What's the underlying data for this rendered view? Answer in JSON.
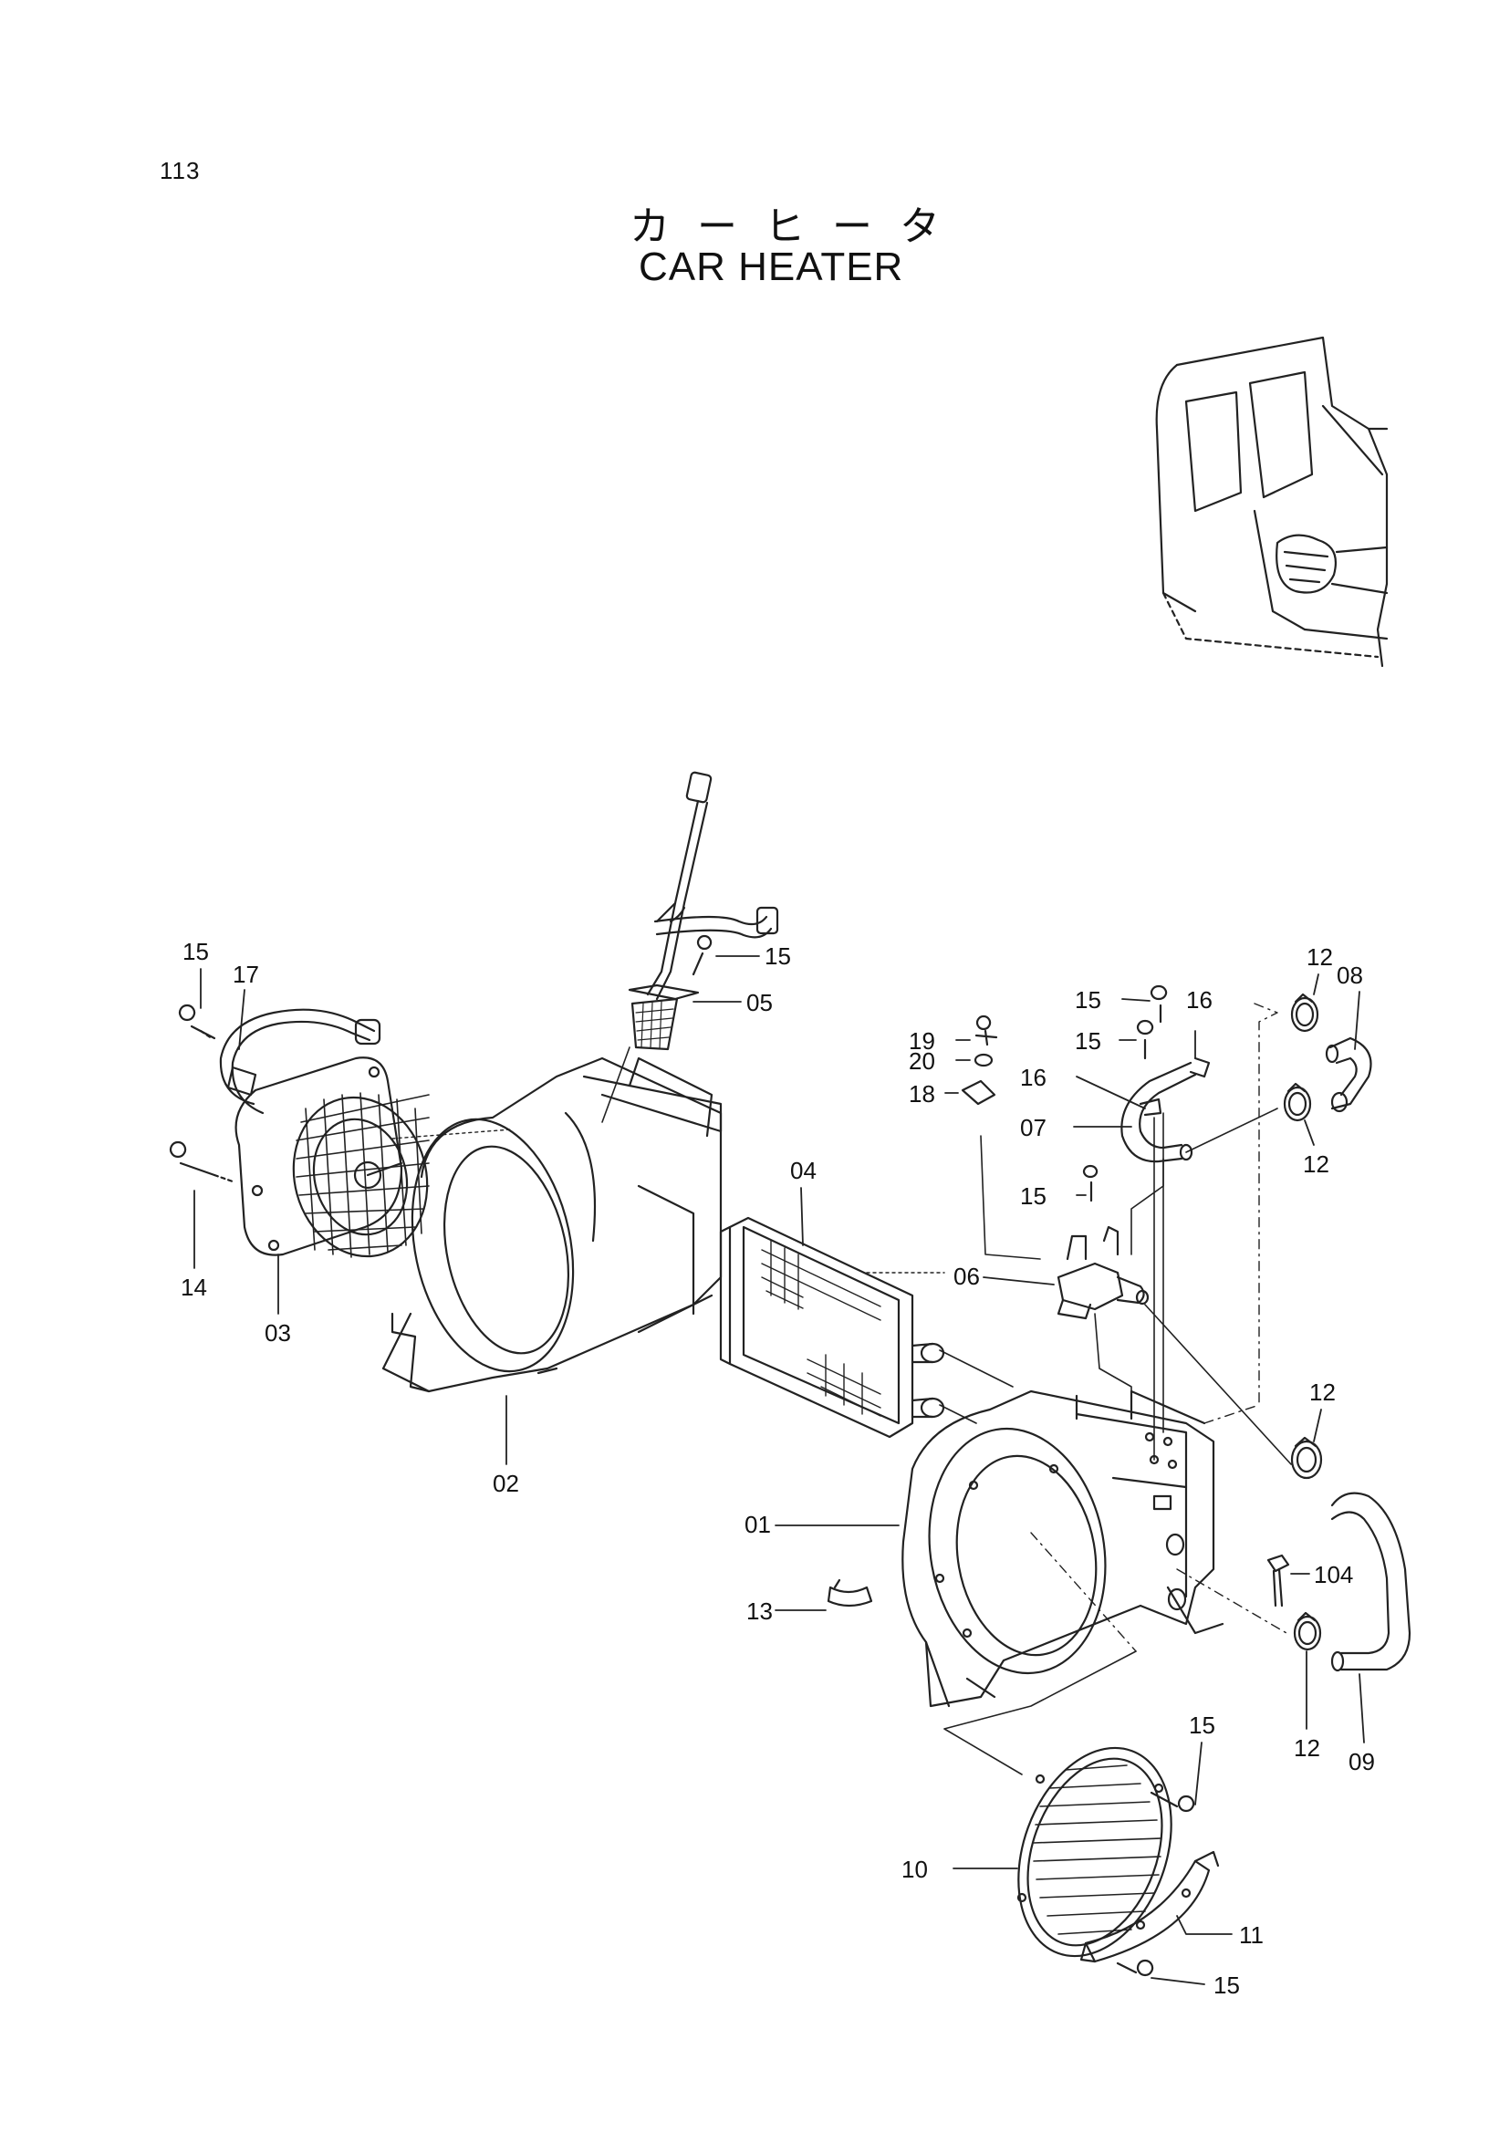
{
  "page_number": "113",
  "title_jp": "カ ー ヒ ー タ",
  "title_en": "CAR HEATER",
  "callouts": {
    "c15_a": "15",
    "c17": "17",
    "c14": "14",
    "c03": "03",
    "c15_b": "15",
    "c05": "05",
    "c02": "02",
    "c04": "04",
    "c19": "19",
    "c20": "20",
    "c18": "18",
    "c15_c": "15",
    "c15_d": "15",
    "c16_a": "16",
    "c16_b": "16",
    "c07": "07",
    "c15_e": "15",
    "c06": "06",
    "c12_a": "12",
    "c08": "08",
    "c12_b": "12",
    "c12_c": "12",
    "c01": "01",
    "c104": "104",
    "c13": "13",
    "c12_d": "12",
    "c09": "09",
    "c15_f": "15",
    "c10": "10",
    "c11": "11",
    "c15_g": "15"
  }
}
